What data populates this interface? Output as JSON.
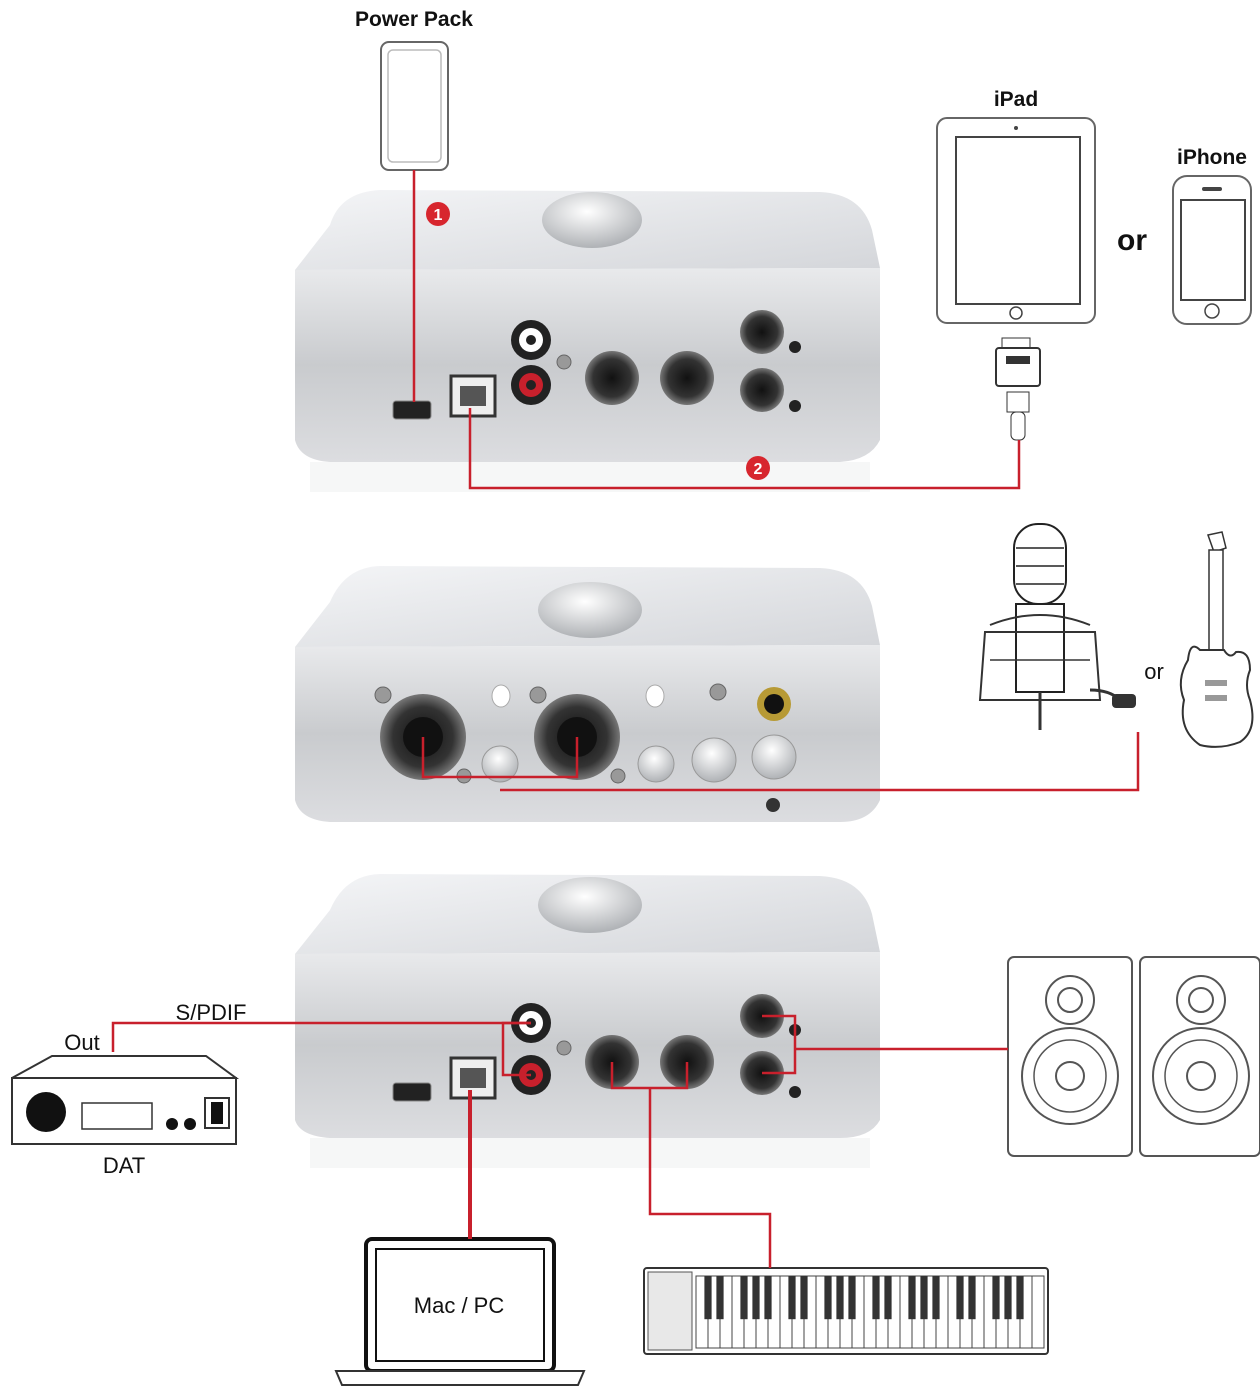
{
  "labels": {
    "power_pack": "Power Pack",
    "ipad": "iPad",
    "iphone": "iPhone",
    "or_1": "or",
    "or_2": "or",
    "spdif": "S/PDIF",
    "out": "Out",
    "dat": "DAT",
    "mac_pc": "Mac / PC",
    "step_1": "1",
    "step_2": "2"
  },
  "colors": {
    "cable": "#c8202c",
    "badge": "#d7262e",
    "device_body": "#cfd1d4",
    "device_top": "#e4e6e9",
    "outline": "#333333"
  }
}
